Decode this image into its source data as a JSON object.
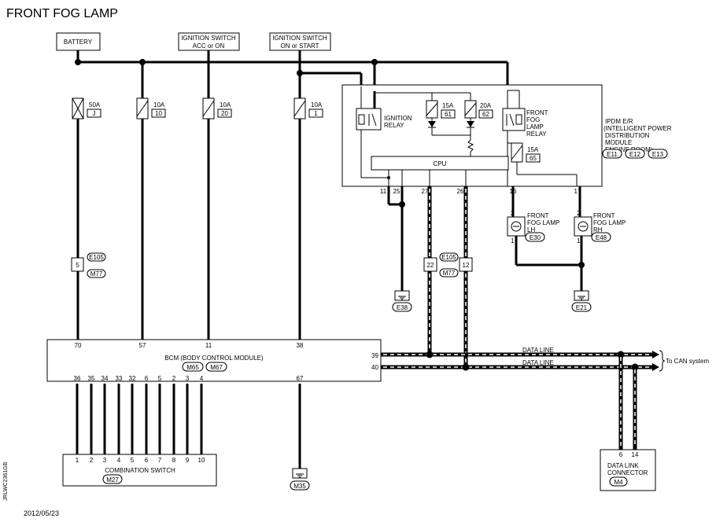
{
  "title": "FRONT FOG LAMP",
  "labels": {
    "battery": "BATTERY",
    "ign_acc_on_1": "IGNITION SWITCH",
    "ign_acc_on_2": "ACC or ON",
    "ign_on_start_1": "IGNITION SWITCH",
    "ign_on_start_2": "ON or START",
    "ignition_relay_1": "IGNITION",
    "ignition_relay_2": "RELAY",
    "fog_relay_1": "FRONT",
    "fog_relay_2": "FOG",
    "fog_relay_3": "LAMP",
    "fog_relay_4": "RELAY",
    "cpu": "CPU",
    "ipdm_1": "IPDM E/R",
    "ipdm_2": "(INTELLIGENT POWER",
    "ipdm_3": "DISTRIBUTION",
    "ipdm_4": "MODULE",
    "ipdm_5": "ENGINE ROOM)",
    "fog_lh_1": "FRONT",
    "fog_lh_2": "FOG LAMP",
    "fog_lh_3": "LH",
    "fog_rh_1": "FRONT",
    "fog_rh_2": "FOG LAMP",
    "fog_rh_3": "RH",
    "bcm": "BCM (BODY CONTROL MODULE)",
    "combo_switch": "COMBINATION SWITCH",
    "data_line_1": "DATA LINE",
    "data_line_2": "DATA LINE",
    "to_can": "To CAN system",
    "dlc_1": "DATA LINK",
    "dlc_2": "CONNECTOR",
    "side_code": "JRLWC2361GB",
    "date": "2012/05/23"
  },
  "fuses": {
    "f50": {
      "amps": "50A",
      "id": "J"
    },
    "f10a": {
      "amps": "10A",
      "id": "10"
    },
    "f10b": {
      "amps": "10A",
      "id": "20"
    },
    "f10c": {
      "amps": "10A",
      "id": "1"
    },
    "f15a": {
      "amps": "15A",
      "id": "61"
    },
    "f20": {
      "amps": "20A",
      "id": "62"
    },
    "f15b": {
      "amps": "15A",
      "id": "65"
    }
  },
  "connectors": {
    "E11": "E11",
    "E12": "E12",
    "E13": "E13",
    "E105a": "E105",
    "M77a": "M77",
    "E105b": "E105",
    "M77b": "M77",
    "E30": "E30",
    "E48": "E48",
    "E38": "E38",
    "E21": "E21",
    "M65": "M65",
    "M67": "M67",
    "M27": "M27",
    "M35": "M35",
    "M4": "M4"
  },
  "pins": {
    "ipdm": [
      "11",
      "25",
      "27",
      "26",
      "16",
      "17"
    ],
    "fog_lh_top": "2",
    "fog_lh_bot": "1",
    "fog_rh_top": "2",
    "fog_rh_bot": "1",
    "inline_5": "5",
    "inline_22": "22",
    "inline_12": "12",
    "bcm_top": [
      "70",
      "57",
      "11",
      "38"
    ],
    "bcm_39": "39",
    "bcm_40": "40",
    "bcm_bottom": [
      "36",
      "35",
      "34",
      "33",
      "32",
      "6",
      "5",
      "2",
      "3",
      "4"
    ],
    "bcm_67": "67",
    "combo": [
      "1",
      "2",
      "3",
      "4",
      "5",
      "6",
      "7",
      "8",
      "9",
      "10"
    ],
    "dlc": [
      "6",
      "14"
    ]
  }
}
